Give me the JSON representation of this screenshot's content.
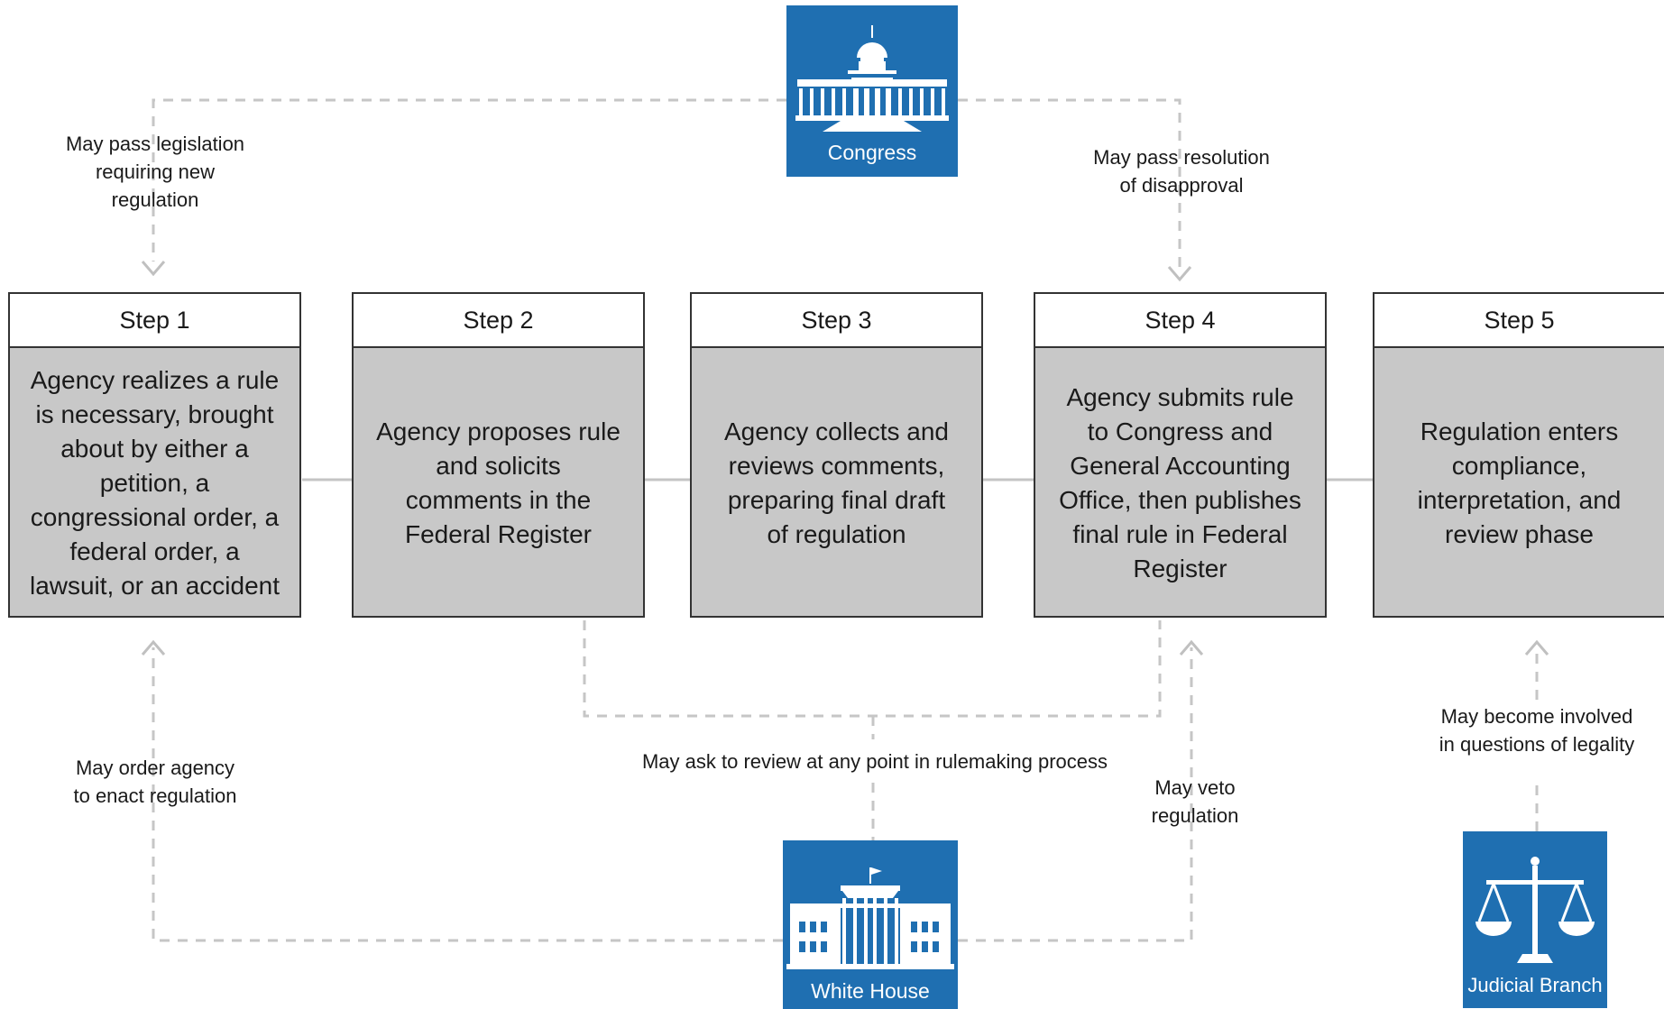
{
  "steps": [
    {
      "title": "Step 1",
      "text": "Agency realizes a rule\nis necessary, brought\nabout by either a\npetition, a\ncongressional order, a\nfederal order, a\nlawsuit, or an accident"
    },
    {
      "title": "Step 2",
      "text": "Agency proposes rule\nand solicits\ncomments in the\nFederal Register"
    },
    {
      "title": "Step 3",
      "text": "Agency collects and\nreviews comments,\npreparing final draft\nof regulation"
    },
    {
      "title": "Step 4",
      "text": "Agency submits rule\nto Congress and\nGeneral Accounting\nOffice, then publishes\nfinal rule in Federal\nRegister"
    },
    {
      "title": "Step 5",
      "text": "Regulation enters\ncompliance,\ninterpretation, and\nreview phase"
    }
  ],
  "entities": {
    "congress": {
      "name": "Congress",
      "icon": "capitol-icon"
    },
    "white_house": {
      "name": "White House",
      "icon": "white-house-icon"
    },
    "judicial": {
      "name": "Judicial Branch",
      "icon": "scales-icon"
    }
  },
  "annotations": {
    "congress_legislation": "May pass legislation\nrequiring new\nregulation",
    "congress_disapproval": "May pass resolution\nof disapproval",
    "wh_order": "May order agency\nto enact regulation",
    "wh_review": "May ask to review at any point in rulemaking process",
    "wh_veto": "May veto\nregulation",
    "judicial_legality": "May become involved\nin questions of legality"
  },
  "colors": {
    "entity_blue": "#1f6fb1",
    "step_fill": "#c8c8c8",
    "dash": "#c6c6c6"
  }
}
